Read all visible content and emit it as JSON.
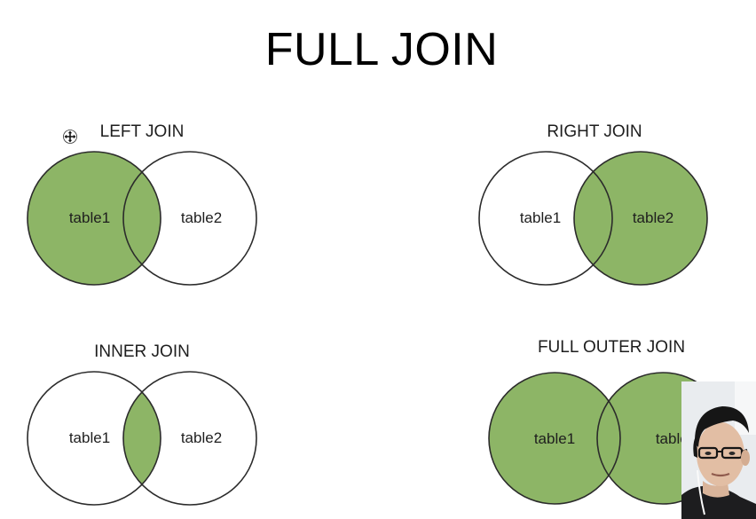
{
  "title": "FULL JOIN",
  "diagrams": [
    {
      "id": "left",
      "title": "LEFT JOIN",
      "left_label": "table1",
      "right_label": "table2"
    },
    {
      "id": "right",
      "title": "RIGHT JOIN",
      "left_label": "table1",
      "right_label": "table2"
    },
    {
      "id": "inner",
      "title": "INNER JOIN",
      "left_label": "table1",
      "right_label": "table2"
    },
    {
      "id": "full",
      "title": "FULL OUTER JOIN",
      "left_label": "table1",
      "right_label": "table2"
    }
  ],
  "colors": {
    "fill": "#8db566",
    "stroke": "#2b2b2b",
    "background": "#ffffff"
  }
}
